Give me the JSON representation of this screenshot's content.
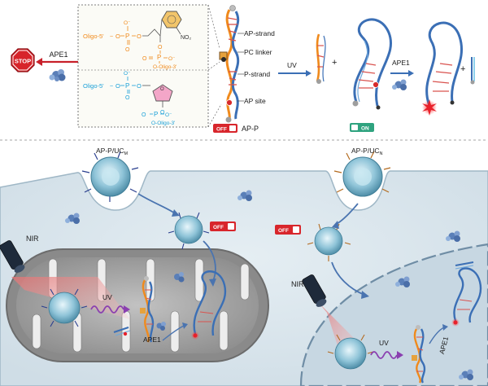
{
  "labels": {
    "stop": "STOP",
    "ape1": "APE1",
    "ap_strand": "AP-strand",
    "pc_linker": "PC linker",
    "p_strand": "P-strand",
    "ap_site": "AP site",
    "uv": "UV",
    "ap_p": "AP-P",
    "off": "OFF",
    "on": "ON",
    "plus": "+",
    "nir": "NIR",
    "ap_p_ucm": "AP-P/UC",
    "ap_p_ucm_sub": "M",
    "ap_p_ucn": "AP-P/UC",
    "ap_p_ucn_sub": "N"
  },
  "chem_top": {
    "oligo5": "Oligo-5'",
    "oligo3": "O-Oligo-3'",
    "o_minus": "O⁻",
    "p": "P",
    "o": "O",
    "no2": "NO₂"
  },
  "chem_bottom": {
    "oligo5": "Oligo-5'",
    "oligo3": "O-Oligo-3'",
    "o_minus": "O⁻",
    "p": "P",
    "o": "O"
  },
  "colors": {
    "orange": "#f08a1c",
    "cyan": "#1aa0d8",
    "red_arrow": "#c8202a",
    "blue_arrow": "#3b6fb5",
    "cell_fill": "#dbe7ee",
    "mito_fill": "#a9a9a9",
    "nucleus_fill": "#ccdbe5",
    "off_red": "#d8262c",
    "on_green": "#2fa37f",
    "uv_purple": "#8a3fb0",
    "laser_red": "#e13c3c"
  }
}
